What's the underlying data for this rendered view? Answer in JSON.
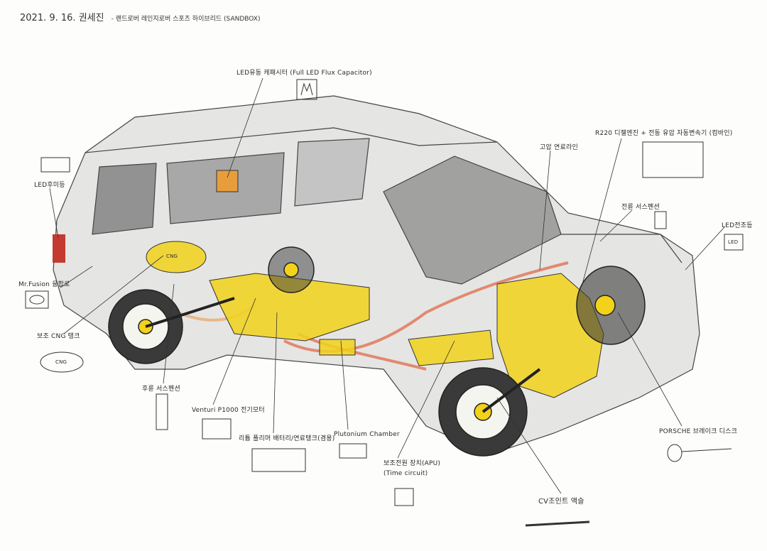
{
  "header": {
    "date": "2021. 9. 16.",
    "author": "권세진",
    "subtitle": "- 랜드로버 레인지로버 스포츠 하이브리드 (SANDBOX)"
  },
  "labels": {
    "flux_capacitor": "LED유동 캐패시터 (Full LED Flux Capacitor)",
    "engine": "R220 디젤엔진 + 전동 유압 자동변속기 (컴바인)",
    "fuel_line": "고압 연료라인",
    "front_suspension": "전륜 서스펜션",
    "headlight": "LED전조등",
    "taillight": "LED후미등",
    "mr_fusion": "Mr.Fusion 융합로",
    "cng_tank": "보조 CNG 탱크",
    "rear_suspension": "후륜 서스펜션",
    "motor": "Venturi P1000 전기모터",
    "battery": "리튬 폴리머 배터리/연료탱크(겸용)",
    "plutonium": "Plutonium Chamber",
    "apu": "보조전원 장치(APU)",
    "time_circuit": "(Time circuit)",
    "cv_axle": "CV조인트 액슬",
    "brake": "PORSCHE 브레이크 디스크",
    "cng_text": "CNG",
    "led_text": "LED"
  },
  "colors": {
    "body": "#d9d9d9",
    "glass": "#8a8a8a",
    "component": "#f2d21b",
    "pipe": "#e0694a",
    "tire": "#3a3a3a"
  }
}
